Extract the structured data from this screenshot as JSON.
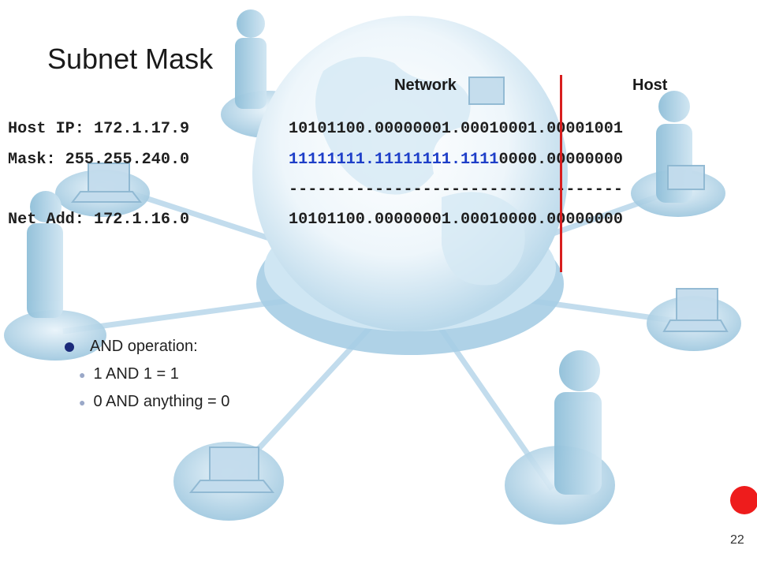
{
  "slide": {
    "title": "Subnet Mask",
    "network_label": "Network",
    "host_label": "Host",
    "rows": [
      {
        "label": "Host IP: 172.1.17.9",
        "binary": "10101100.00000001.00010001.00001001"
      },
      {
        "label": "Mask: 255.255.240.0",
        "binary_blue": "11111111.11111111.1111",
        "binary_black": "0000.00000000"
      },
      {
        "label": "",
        "binary": "-----------------------------------"
      },
      {
        "label": "Net Add: 172.1.16.0",
        "binary": "10101100.00000001.00010000.00000000"
      }
    ],
    "bullets": {
      "main": "AND operation:",
      "subs": [
        "1 AND 1 = 1",
        "0 AND anything = 0"
      ]
    },
    "page_number": "22",
    "colors": {
      "divider": "#d81e1e",
      "mask_ones": "#1d3ec8",
      "background_art": "#a9cde3",
      "red_dot": "#ee1c1c"
    },
    "background": "network-globe-illustration"
  }
}
